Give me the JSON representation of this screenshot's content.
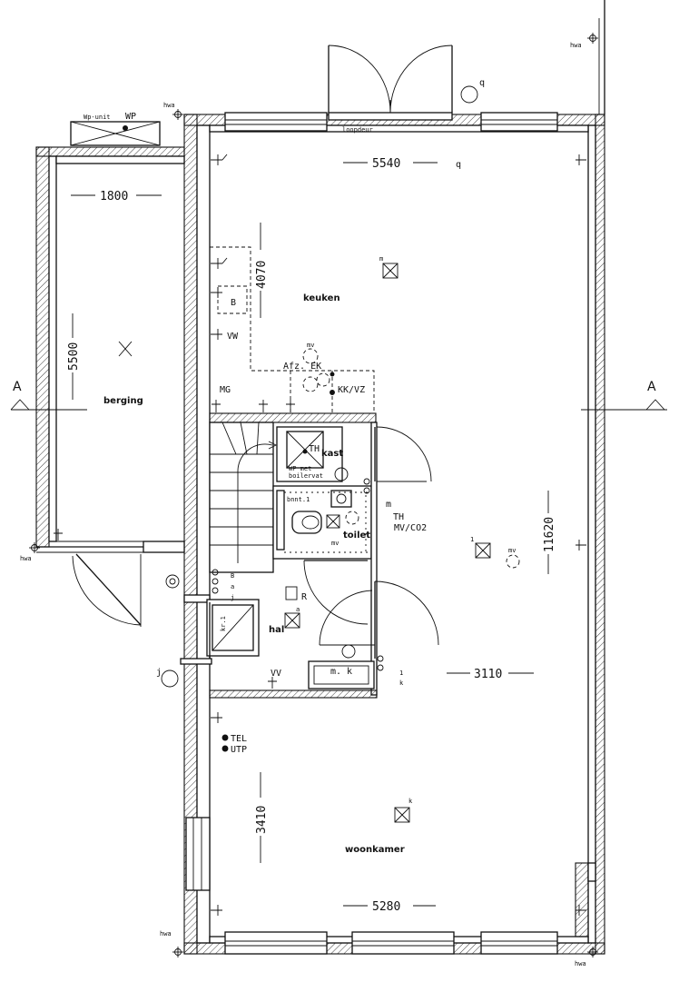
{
  "rooms": {
    "keuken": "keuken",
    "berging": "berging",
    "toilet": "toilet",
    "hal": "hal",
    "woonkamer": "woonkamer",
    "kast": "kast"
  },
  "dimensions": {
    "d1800": "1800",
    "d5540": "5540",
    "d4070": "4070",
    "d5500": "5500",
    "d11620": "11620",
    "d3110": "3110",
    "d3410": "3410",
    "d5280": "5280"
  },
  "section": {
    "label": "A"
  },
  "labels": {
    "wp_unit": "Wp-unit",
    "wp": "WP",
    "hwa": "hwa",
    "loopdeur": "loopdeur",
    "q": "q",
    "m": "m",
    "b": "B",
    "vw": "VW",
    "mv": "mv",
    "afz_ek": "Afz. EK",
    "mg": "MG",
    "kk_vz": "KK/VZ",
    "th": "TH",
    "wp_met": "WP met",
    "boilervat": "boilervat",
    "mv_co2": "MV/CO2",
    "one": "1",
    "a": "a",
    "j": "j",
    "r": "R",
    "kr1": "kr.1",
    "vv": "VV",
    "mk": "m. k",
    "k": "k",
    "tel": "TEL",
    "utp": "UTP",
    "bnnt": "bnnt.1"
  },
  "colors": {
    "line": "#111111",
    "background": "#ffffff"
  }
}
